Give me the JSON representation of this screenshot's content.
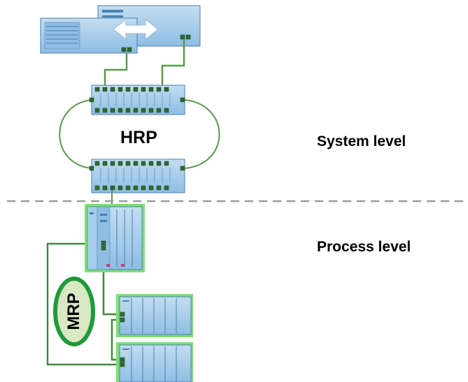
{
  "labels": {
    "system_level": "System level",
    "process_level": "Process level",
    "hrp": "HRP",
    "mrp": "MRP"
  },
  "colors": {
    "device_blue": "#9ec7e8",
    "device_dark": "#4a7fb3",
    "connection_green": "#5a9a4a",
    "highlight_green": "#7ae26a",
    "mrp_ring": "#1f9a3a",
    "mrp_fill": "#d8e8c4",
    "separator": "#9a9a9a"
  }
}
